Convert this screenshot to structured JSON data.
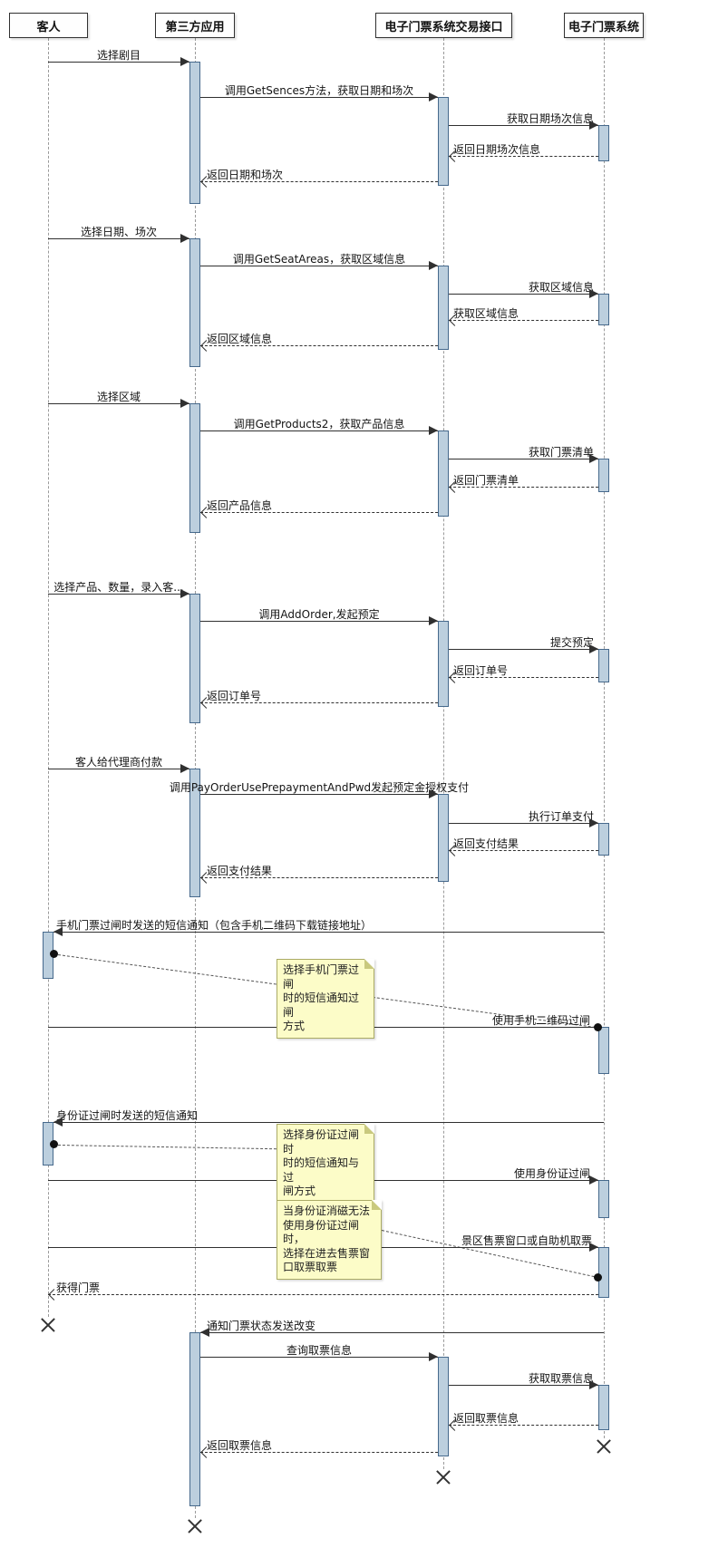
{
  "diagram": {
    "kind": "uml-sequence-diagram"
  },
  "colors": {
    "activation_fill": "#BCCFDE",
    "activation_border": "#46698C",
    "note_fill": "#FCFCC8",
    "note_border": "#ABAB66",
    "message_line": "#303030",
    "lifeline": "#9A9A9A"
  },
  "participants": [
    {
      "name": "客人"
    },
    {
      "name": "第三方应用"
    },
    {
      "name": "电子门票系统交易接口"
    },
    {
      "name": "电子门票系统"
    }
  ],
  "messages": [
    {
      "label": "选择剧目"
    },
    {
      "label": "调用GetSences方法，获取日期和场次"
    },
    {
      "label": "获取日期场次信息"
    },
    {
      "label": "返回日期场次信息"
    },
    {
      "label": "返回日期和场次"
    },
    {
      "label": "选择日期、场次"
    },
    {
      "label": "调用GetSeatAreas，获取区域信息"
    },
    {
      "label": "获取区域信息"
    },
    {
      "label": "获取区域信息"
    },
    {
      "label": "返回区域信息"
    },
    {
      "label": "选择区域"
    },
    {
      "label": "调用GetProducts2，获取产品信息"
    },
    {
      "label": "获取门票清单"
    },
    {
      "label": "返回门票清单"
    },
    {
      "label": "返回产品信息"
    },
    {
      "label": "选择产品、数量，录入客..."
    },
    {
      "label": "调用AddOrder,发起预定"
    },
    {
      "label": "提交预定"
    },
    {
      "label": "返回订单号"
    },
    {
      "label": "返回订单号"
    },
    {
      "label": "客人给代理商付款"
    },
    {
      "label": "调用PayOrderUsePrepaymentAndPwd发起预定金授权支付"
    },
    {
      "label": "执行订单支付"
    },
    {
      "label": "返回支付结果"
    },
    {
      "label": "返回支付结果"
    },
    {
      "label": "手机门票过闸时发送的短信通知（包含手机二维码下载链接地址）"
    },
    {
      "label": "使用手机二维码过闸"
    },
    {
      "label": "身份证过闸时发送的短信通知"
    },
    {
      "label": "使用身份证过闸"
    },
    {
      "label": "景区售票窗口或自助机取票"
    },
    {
      "label": "获得门票"
    },
    {
      "label": "通知门票状态发送改变"
    },
    {
      "label": "查询取票信息"
    },
    {
      "label": "获取取票信息"
    },
    {
      "label": "返回取票信息"
    },
    {
      "label": "返回取票信息"
    }
  ],
  "notes": [
    {
      "text": "选择手机门票过闸\n时的短信通知过闸\n方式"
    },
    {
      "text": "选择身份证过闸时\n时的短信通知与过\n闸方式"
    },
    {
      "text": "当身份证消磁无法\n使用身份证过闸时，\n选择在进去售票窗\n口取票取票"
    }
  ]
}
